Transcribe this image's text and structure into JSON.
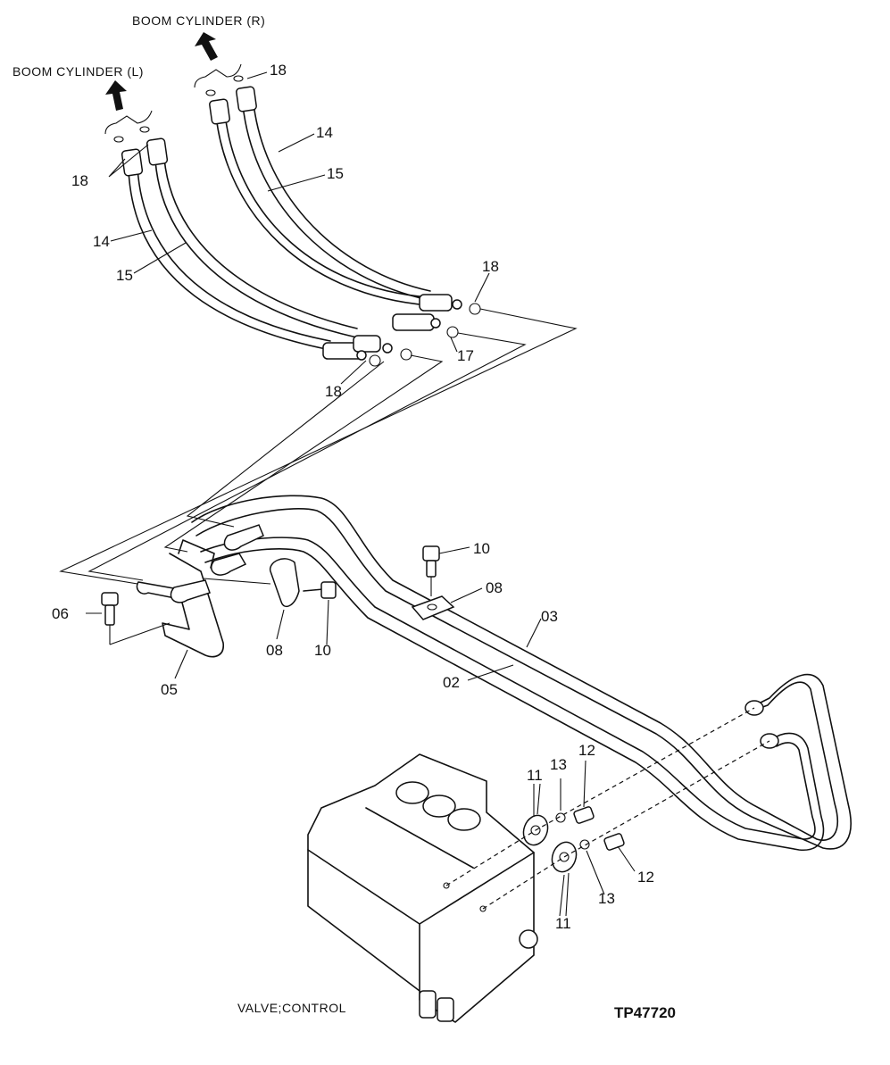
{
  "labels": {
    "boom_cylinder_r": "BOOM CYLINDER (R)",
    "boom_cylinder_l": "BOOM CYLINDER (L)",
    "valve_control": "VALVE;CONTROL",
    "figure_code": "TP47720"
  },
  "callouts": {
    "p18_top": "18",
    "p18_left": "18",
    "p14_right": "14",
    "p15_right": "15",
    "p14_left": "14",
    "p15_left": "15",
    "p18_mid_right": "18",
    "p17": "17",
    "p18_mid_left": "18",
    "p10_upper": "10",
    "p08_right": "08",
    "p03": "03",
    "p06": "06",
    "p08_left": "08",
    "p10_lower": "10",
    "p05": "05",
    "p02": "02",
    "p11_upper": "11",
    "p13_upper": "13",
    "p12_upper": "12",
    "p12_lower": "12",
    "p13_lower": "13",
    "p11_lower": "11"
  },
  "icons": {
    "arrow": "arrow-up-icon"
  }
}
